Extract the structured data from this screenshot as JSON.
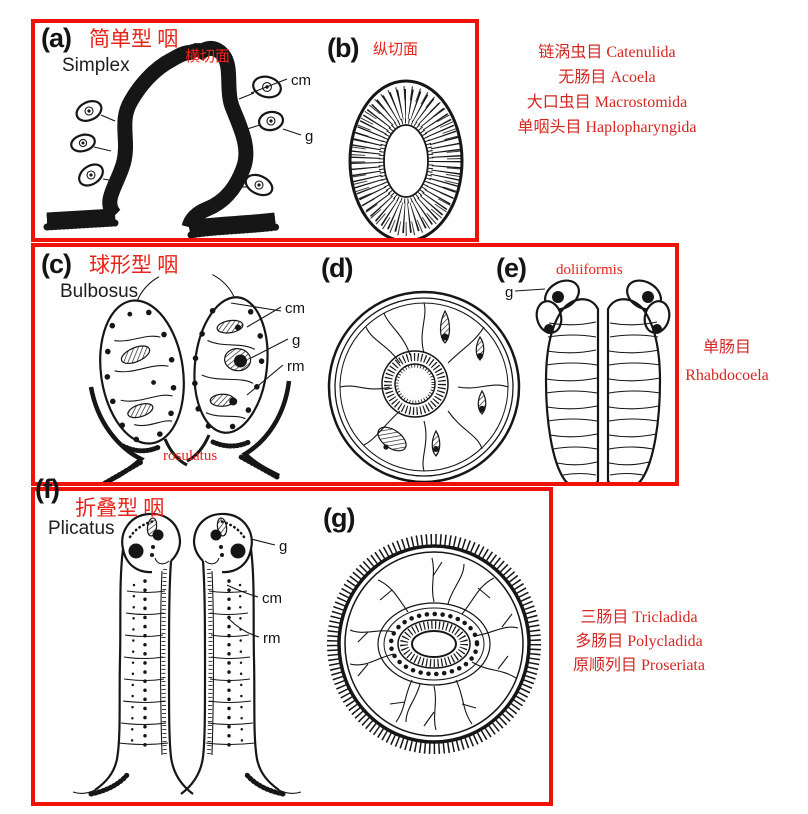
{
  "panels": {
    "a": {
      "letter": "(a)",
      "cn": "简单型 咽",
      "latin": "Simplex",
      "note": "横切面",
      "label_cm": "cm",
      "label_g": "g"
    },
    "b": {
      "letter": "(b)",
      "note": "纵切面"
    },
    "c": {
      "letter": "(c)",
      "cn": "球形型 咽",
      "latin": "Bulbosus",
      "variant": "rosulatus",
      "label_cm": "cm",
      "label_g": "g",
      "label_rm": "rm"
    },
    "d": {
      "letter": "(d)"
    },
    "e": {
      "letter": "(e)",
      "variant": "doliiformis",
      "label_g": "g"
    },
    "f": {
      "letter": "(f)",
      "cn": "折叠型 咽",
      "latin": "Plicatus",
      "label_g": "g",
      "label_cm": "cm",
      "label_rm": "rm"
    },
    "g": {
      "letter": "(g)"
    }
  },
  "taxa": {
    "simplex_orders": [
      "链涡虫目 Catenulida",
      "无肠目 Acoela",
      "大口虫目 Macrostomida",
      "单咽头目 Haplopharyngida"
    ],
    "bulbosus_orders": [
      "单肠目",
      "Rhabdocoela"
    ],
    "plicatus_orders": [
      "三肠目 Tricladida",
      "多肠目 Polycladida",
      "原顺列目 Proseriata"
    ]
  },
  "colors": {
    "box_border_red": "#ee1208",
    "heading_red": "#e8231a",
    "annotation_red": "#d42723",
    "ink": "#161616"
  }
}
